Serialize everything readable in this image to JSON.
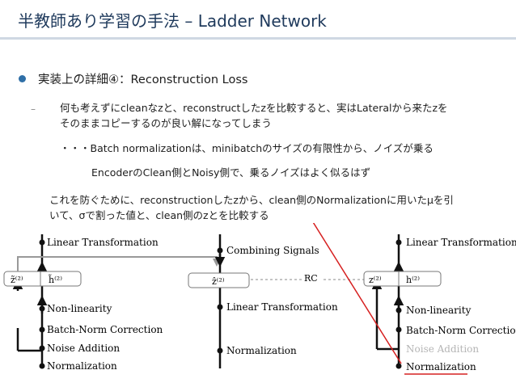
{
  "slide": {
    "title": "半教師あり学習の手法 – Ladder Network",
    "bullet": "実装上の詳細④：Reconstruction Loss",
    "dash_marker": "–",
    "sub_line1": "何も考えずにcleanなzと、reconstructしたzを比較すると、実はLateralから来たzを",
    "sub_line2": "そのままコピーするのが良い解になってしまう",
    "sub_line3": "・・・Batch normalizationは、minibatchのサイズの有限性から、ノイズが乗る",
    "sub_line4": "EncoderのClean側とNoisy側で、乗るノイズはよく似るはず",
    "para_line1": "これを防ぐために、reconstructionしたzから、clean側のNormalizationに用いたμを引",
    "para_line2": "いて、σで割った値と、clean側のzとを比較する"
  },
  "diagram": {
    "left": {
      "linear": "Linear Transformation",
      "box_a": "z̃⁽²⁾",
      "box_b": "h̃⁽²⁾",
      "nonlin": "Non-linearity",
      "bn": "Batch-Norm Correction",
      "noise": "Noise Addition",
      "norm": "Normalization"
    },
    "middle": {
      "combining": "Combining Signals",
      "box": "ẑ⁽²⁾",
      "rc": "RC",
      "linear": "Linear Transformation",
      "norm": "Normalization"
    },
    "right": {
      "linear": "Linear Transformation",
      "box_a": "z⁽²⁾",
      "box_b": "h⁽²⁾",
      "nonlin": "Non-linearity",
      "bn": "Batch-Norm Correction",
      "noise": "Noise Addition",
      "norm": "Normalization"
    },
    "colors": {
      "accent": "#2f6fa7",
      "title": "#1f3a5c",
      "highlight": "#d62020",
      "faded": "#b5b5b5"
    }
  }
}
